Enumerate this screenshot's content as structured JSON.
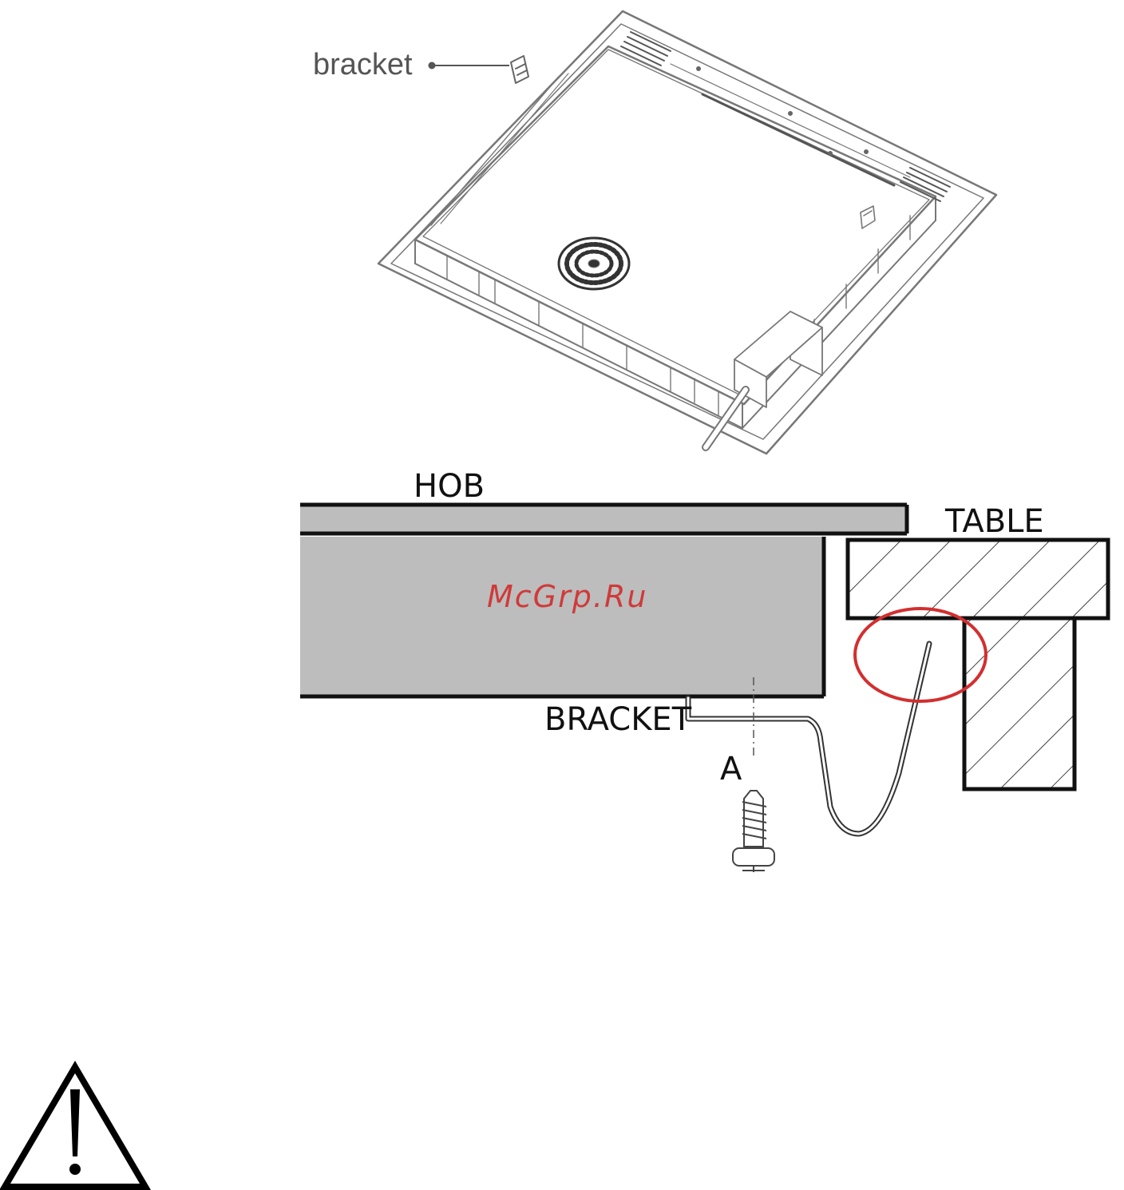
{
  "figure": {
    "top_view": {
      "bracket_label": "bracket"
    },
    "section_view": {
      "hob_label": "HOB",
      "table_label": "TABLE",
      "bracket_label": "BRACKET",
      "screw_label": "A"
    },
    "watermark": "McGrp.Ru",
    "warning_icon": "warning-triangle-icon",
    "colors": {
      "hob_fill": "#bdbdbd",
      "highlight_circle": "#d32f2f",
      "watermark": "#d03a3a"
    }
  }
}
